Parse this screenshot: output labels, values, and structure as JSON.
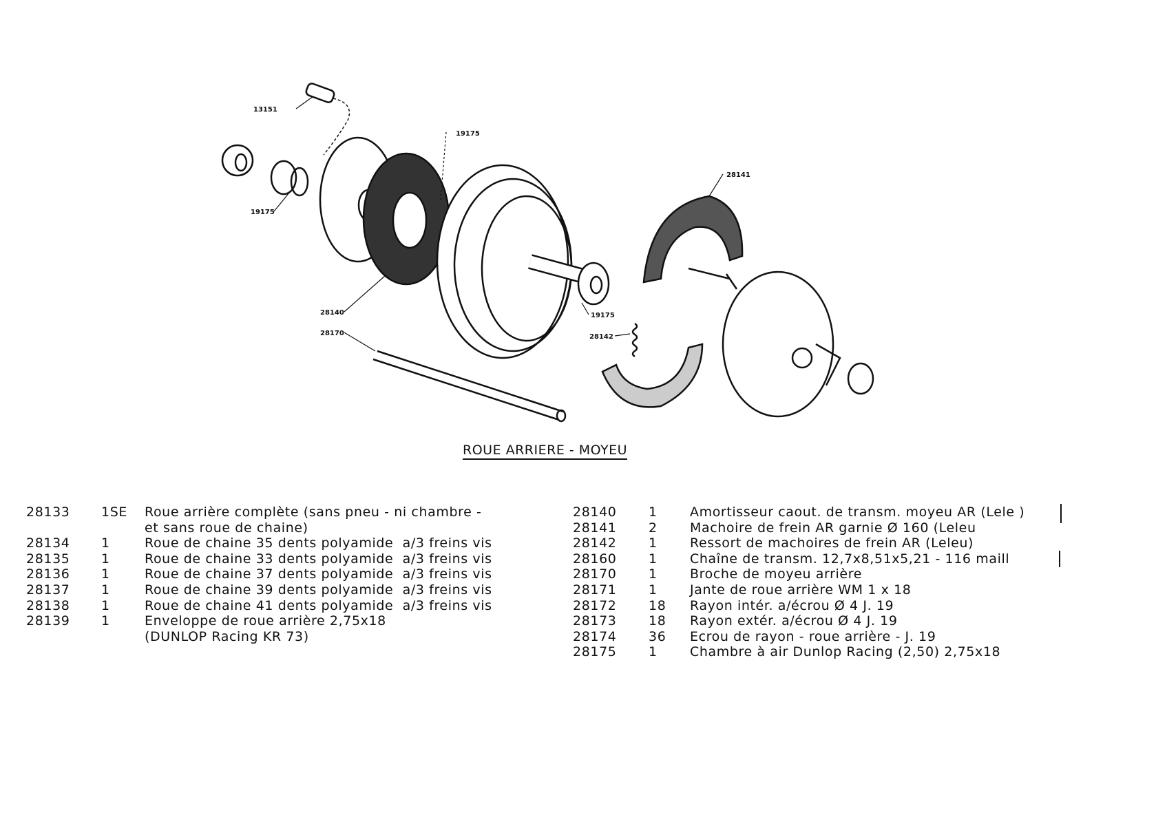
{
  "callouts": {
    "c13151": "13151",
    "c19175_top": "19175",
    "c19175_left": "19175",
    "c28141": "28141",
    "c28140": "28140",
    "c19175_right": "19175",
    "c28170": "28170",
    "c28142": "28142"
  },
  "title": "ROUE ARRIERE - MOYEU",
  "left_parts": [
    {
      "ref": "28133",
      "qty": "1SE",
      "desc": "Roue arrière complète (sans pneu - ni chambre -",
      "desc2": "et sans roue de chaine)"
    },
    {
      "ref": "28134",
      "qty": "1",
      "desc": "Roue de chaine 35 dents polyamide  a/3 freins vis"
    },
    {
      "ref": "28135",
      "qty": "1",
      "desc": "Roue de chaine 33 dents polyamide  a/3 freins vis"
    },
    {
      "ref": "28136",
      "qty": "1",
      "desc": "Roue de chaine 37 dents polyamide  a/3 freins vis"
    },
    {
      "ref": "28137",
      "qty": "1",
      "desc": "Roue de chaine 39 dents polyamide  a/3 freins vis"
    },
    {
      "ref": "28138",
      "qty": "1",
      "desc": "Roue de chaine 41 dents polyamide  a/3 freins vis"
    },
    {
      "ref": "28139",
      "qty": "1",
      "desc": "Enveloppe de roue arrière 2,75x18",
      "desc2": "(DUNLOP Racing KR 73)"
    }
  ],
  "right_parts": [
    {
      "ref": "28140",
      "qty": "1",
      "desc": "Amortisseur caout. de transm. moyeu AR (Lele )"
    },
    {
      "ref": "28141",
      "qty": "2",
      "desc": "Machoire de frein AR garnie Ø 160 (Leleu"
    },
    {
      "ref": "28142",
      "qty": "1",
      "desc": "Ressort de machoires de frein AR (Leleu)"
    },
    {
      "ref": "28160",
      "qty": "1",
      "desc": "Chaîne de transm. 12,7x8,51x5,21 - 116 maill"
    },
    {
      "ref": "28170",
      "qty": "1",
      "desc": "Broche de moyeu arrière"
    },
    {
      "ref": "28171",
      "qty": "1",
      "desc": "Jante de roue arrière WM 1 x 18"
    },
    {
      "ref": "28172",
      "qty": "18",
      "desc": "Rayon intér. a/écrou Ø 4 J. 19"
    },
    {
      "ref": "28173",
      "qty": "18",
      "desc": "Rayon extér. a/écrou Ø 4 J. 19"
    },
    {
      "ref": "28174",
      "qty": "36",
      "desc": "Ecrou de rayon - roue arrière - J. 19"
    },
    {
      "ref": "28175",
      "qty": "1",
      "desc": "Chambre à air Dunlop Racing (2,50) 2,75x18"
    }
  ]
}
